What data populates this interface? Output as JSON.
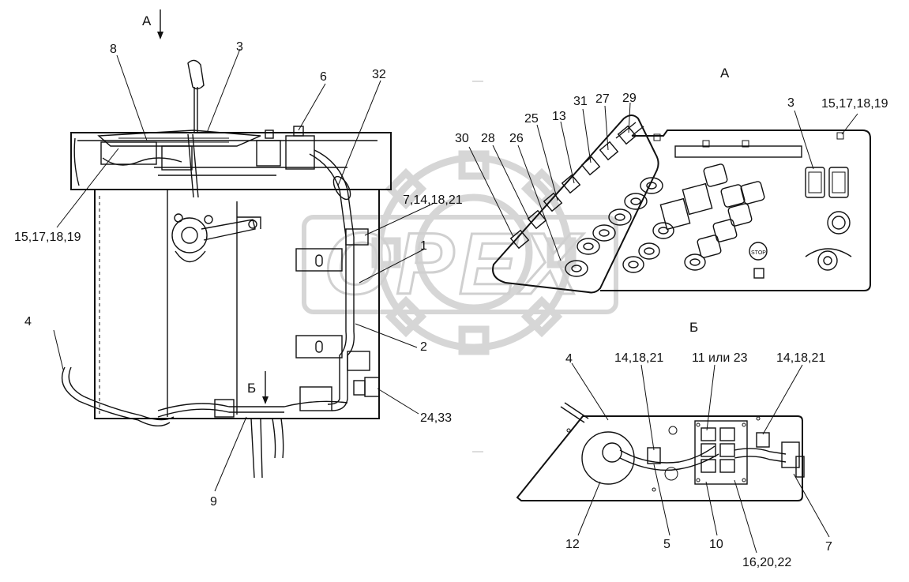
{
  "view_labels": {
    "arrow_a": "А",
    "arrow_b": "Б",
    "view_a_title": "А",
    "view_b_title": "Б"
  },
  "callouts": {
    "c8": "8",
    "c3_left": "3",
    "c6": "6",
    "c32": "32",
    "c15_left": "15,17,18,19",
    "c7_14": "7,14,18,21",
    "c1": "1",
    "c2": "2",
    "c4_left": "4",
    "c9": "9",
    "c24": "24,33",
    "c30": "30",
    "c28": "28",
    "c26": "26",
    "c25": "25",
    "c13": "13",
    "c31": "31",
    "c27": "27",
    "c29": "29",
    "c3_right": "3",
    "c15_right": "15,17,18,19",
    "c4_b": "4",
    "c14_a": "14,18,21",
    "c11": "11 или 23",
    "c14_b": "14,18,21",
    "c12": "12",
    "c5": "5",
    "c10": "10",
    "c16": "16,20,22",
    "c7": "7"
  },
  "panel_text": {
    "stop_button": "STOP"
  },
  "watermark": {
    "text": "OPEX"
  }
}
